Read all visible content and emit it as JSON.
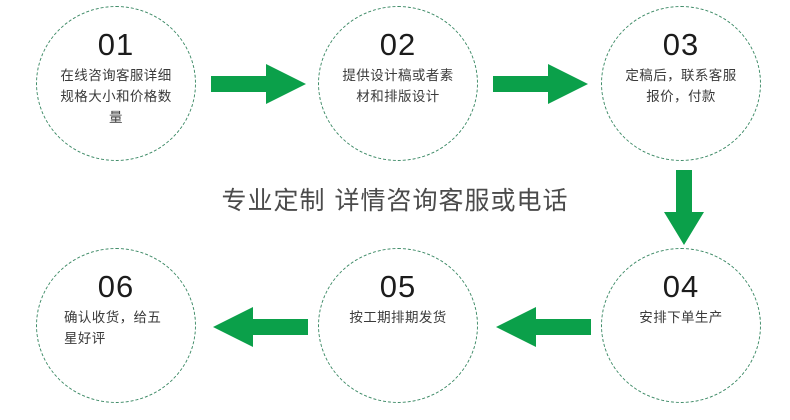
{
  "diagram": {
    "type": "process-flow",
    "caption": "专业定制 详情咨询客服或电话",
    "colors": {
      "arrow_green": "#0ba04a",
      "circle_dash": "#3d8a66",
      "number_text": "#1c1c1c",
      "body_text": "#3a3a3a",
      "caption_text": "#4b4b4b",
      "background": "#ffffff"
    },
    "steps": [
      {
        "number": "01",
        "text": "在线咨询客服详细规格大小和价格数量",
        "align": "center"
      },
      {
        "number": "02",
        "text": "提供设计稿或者素材和排版设计",
        "align": "center"
      },
      {
        "number": "03",
        "text": "定稿后，联系客服报价，付款",
        "align": "center"
      },
      {
        "number": "04",
        "text": "安排下单生产",
        "align": "center"
      },
      {
        "number": "05",
        "text": "按工期排期发货",
        "align": "center"
      },
      {
        "number": "06",
        "text": "确认收货，给五星好评",
        "align": "left"
      }
    ],
    "arrows": [
      {
        "from": "01",
        "to": "02",
        "direction": "right"
      },
      {
        "from": "02",
        "to": "03",
        "direction": "right"
      },
      {
        "from": "03",
        "to": "04",
        "direction": "down"
      },
      {
        "from": "04",
        "to": "05",
        "direction": "left"
      },
      {
        "from": "05",
        "to": "06",
        "direction": "left"
      }
    ]
  }
}
